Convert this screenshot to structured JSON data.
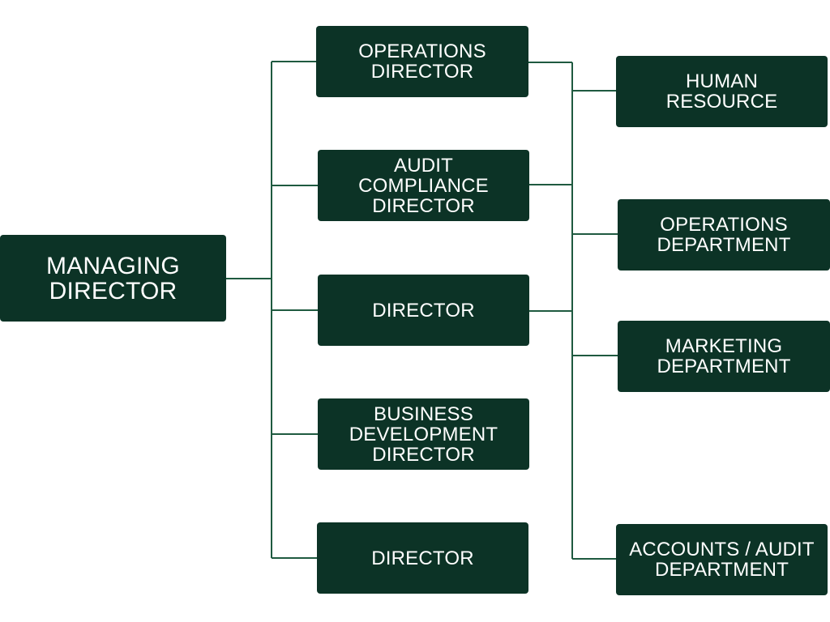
{
  "root": {
    "label": "MANAGING\nDIRECTOR"
  },
  "directors": [
    {
      "label": "OPERATIONS\nDIRECTOR"
    },
    {
      "label": "AUDIT\nCOMPLIANCE\nDIRECTOR"
    },
    {
      "label": "DIRECTOR"
    },
    {
      "label": "BUSINESS\nDEVELOPMENT\nDIRECTOR"
    },
    {
      "label": "DIRECTOR"
    }
  ],
  "departments": [
    {
      "label": "HUMAN\nRESOURCE"
    },
    {
      "label": "OPERATIONS\nDEPARTMENT"
    },
    {
      "label": "MARKETING\nDEPARTMENT"
    },
    {
      "label": "ACCOUNTS / AUDIT\nDEPARTMENT"
    }
  ],
  "colors": {
    "box_fill": "#0c3326",
    "box_text": "#ffffff",
    "connector": "#1f5a40",
    "background": "#ffffff"
  }
}
